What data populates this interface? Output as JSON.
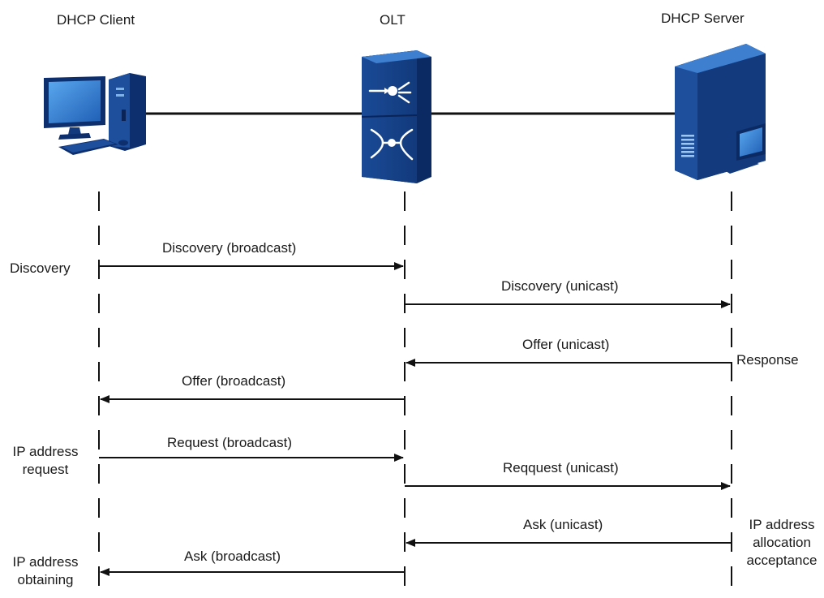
{
  "nodes": {
    "client": "DHCP Client",
    "olt": "OLT",
    "server": "DHCP Server"
  },
  "messages": [
    {
      "label": "Discovery (broadcast)",
      "from": "client",
      "to": "olt"
    },
    {
      "label": "Discovery (unicast)",
      "from": "olt",
      "to": "server"
    },
    {
      "label": "Offer (unicast)",
      "from": "server",
      "to": "olt"
    },
    {
      "label": "Offer (broadcast)",
      "from": "olt",
      "to": "client"
    },
    {
      "label": "Request (broadcast)",
      "from": "client",
      "to": "olt"
    },
    {
      "label": "Reqquest (unicast)",
      "from": "olt",
      "to": "server"
    },
    {
      "label": "Ask (unicast)",
      "from": "server",
      "to": "olt"
    },
    {
      "label": "Ask (broadcast)",
      "from": "olt",
      "to": "client"
    }
  ],
  "phases": {
    "discovery": "Discovery",
    "response": "Response",
    "ip_request": [
      "IP address",
      "request"
    ],
    "ip_allocation": [
      "IP address",
      "allocation",
      "acceptance"
    ],
    "ip_obtaining": [
      "IP address",
      "obtaining"
    ]
  },
  "colors": {
    "device_dark": "#0d2f6e",
    "device_mid": "#1d4f9c",
    "device_light": "#3f7fd0",
    "line": "#111111"
  }
}
